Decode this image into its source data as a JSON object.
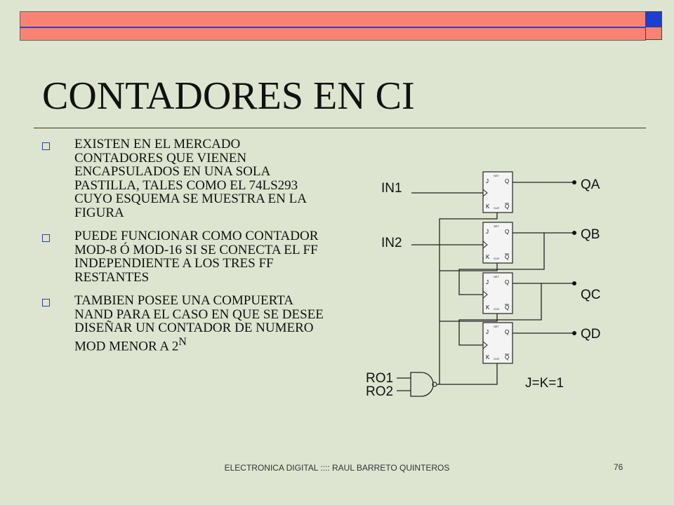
{
  "slide": {
    "title": "CONTADORES EN CI",
    "bullets": [
      "EXISTEN EN EL MERCADO CONTADORES QUE VIENEN ENCAPSULADOS EN UNA SOLA PASTILLA, TALES COMO EL 74LS293 CUYO ESQUEMA SE MUESTRA EN LA FIGURA",
      "PUEDE FUNCIONAR COMO CONTADOR MOD-8 Ó MOD-16 SI SE CONECTA EL FF INDEPENDIENTE A LOS TRES FF RESTANTES"
    ],
    "bullet3": {
      "text": "TAMBIEN POSEE UNA COMPUERTA NAND PARA EL CASO EN QUE SE DESEE DISEÑAR UN CONTADOR DE NUMERO MOD MENOR A 2",
      "sup": "N"
    },
    "footer": "ELECTRONICA DIGITAL :::: RAUL BARRETO QUINTEROS",
    "page_number": "76"
  },
  "diagram": {
    "inputs": [
      "IN1",
      "IN2"
    ],
    "outputs": [
      "QA",
      "QB",
      "QC",
      "QD"
    ],
    "reset_inputs": [
      "RO1",
      "RO2"
    ],
    "condition": "J=K=1",
    "ff_pins": {
      "j": "J",
      "k": "K",
      "q": "Q",
      "qbar": "Q",
      "set": "SET",
      "clr": "CLR"
    }
  },
  "colors": {
    "background": "#dde5d0",
    "banner": "#f98373",
    "banner_square": "#1c3fd0",
    "bullet": "#2b3fae"
  }
}
